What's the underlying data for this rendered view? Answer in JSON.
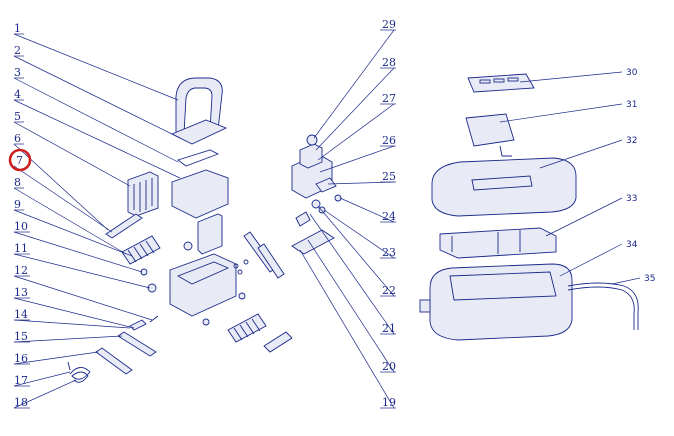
{
  "diagram": {
    "highlight_color": "#cc1f1f",
    "line_color": "#1b2a8a",
    "highlighted_label": "7",
    "labels_left": [
      "1",
      "2",
      "3",
      "4",
      "5",
      "6",
      "7",
      "8",
      "9",
      "10",
      "11",
      "12",
      "13",
      "14",
      "15",
      "16",
      "17",
      "18"
    ],
    "labels_middle": [
      "29",
      "28",
      "27",
      "26",
      "25",
      "24",
      "23",
      "22",
      "21",
      "20",
      "19"
    ],
    "labels_right": [
      "30",
      "31",
      "32",
      "33",
      "34",
      "35"
    ]
  }
}
